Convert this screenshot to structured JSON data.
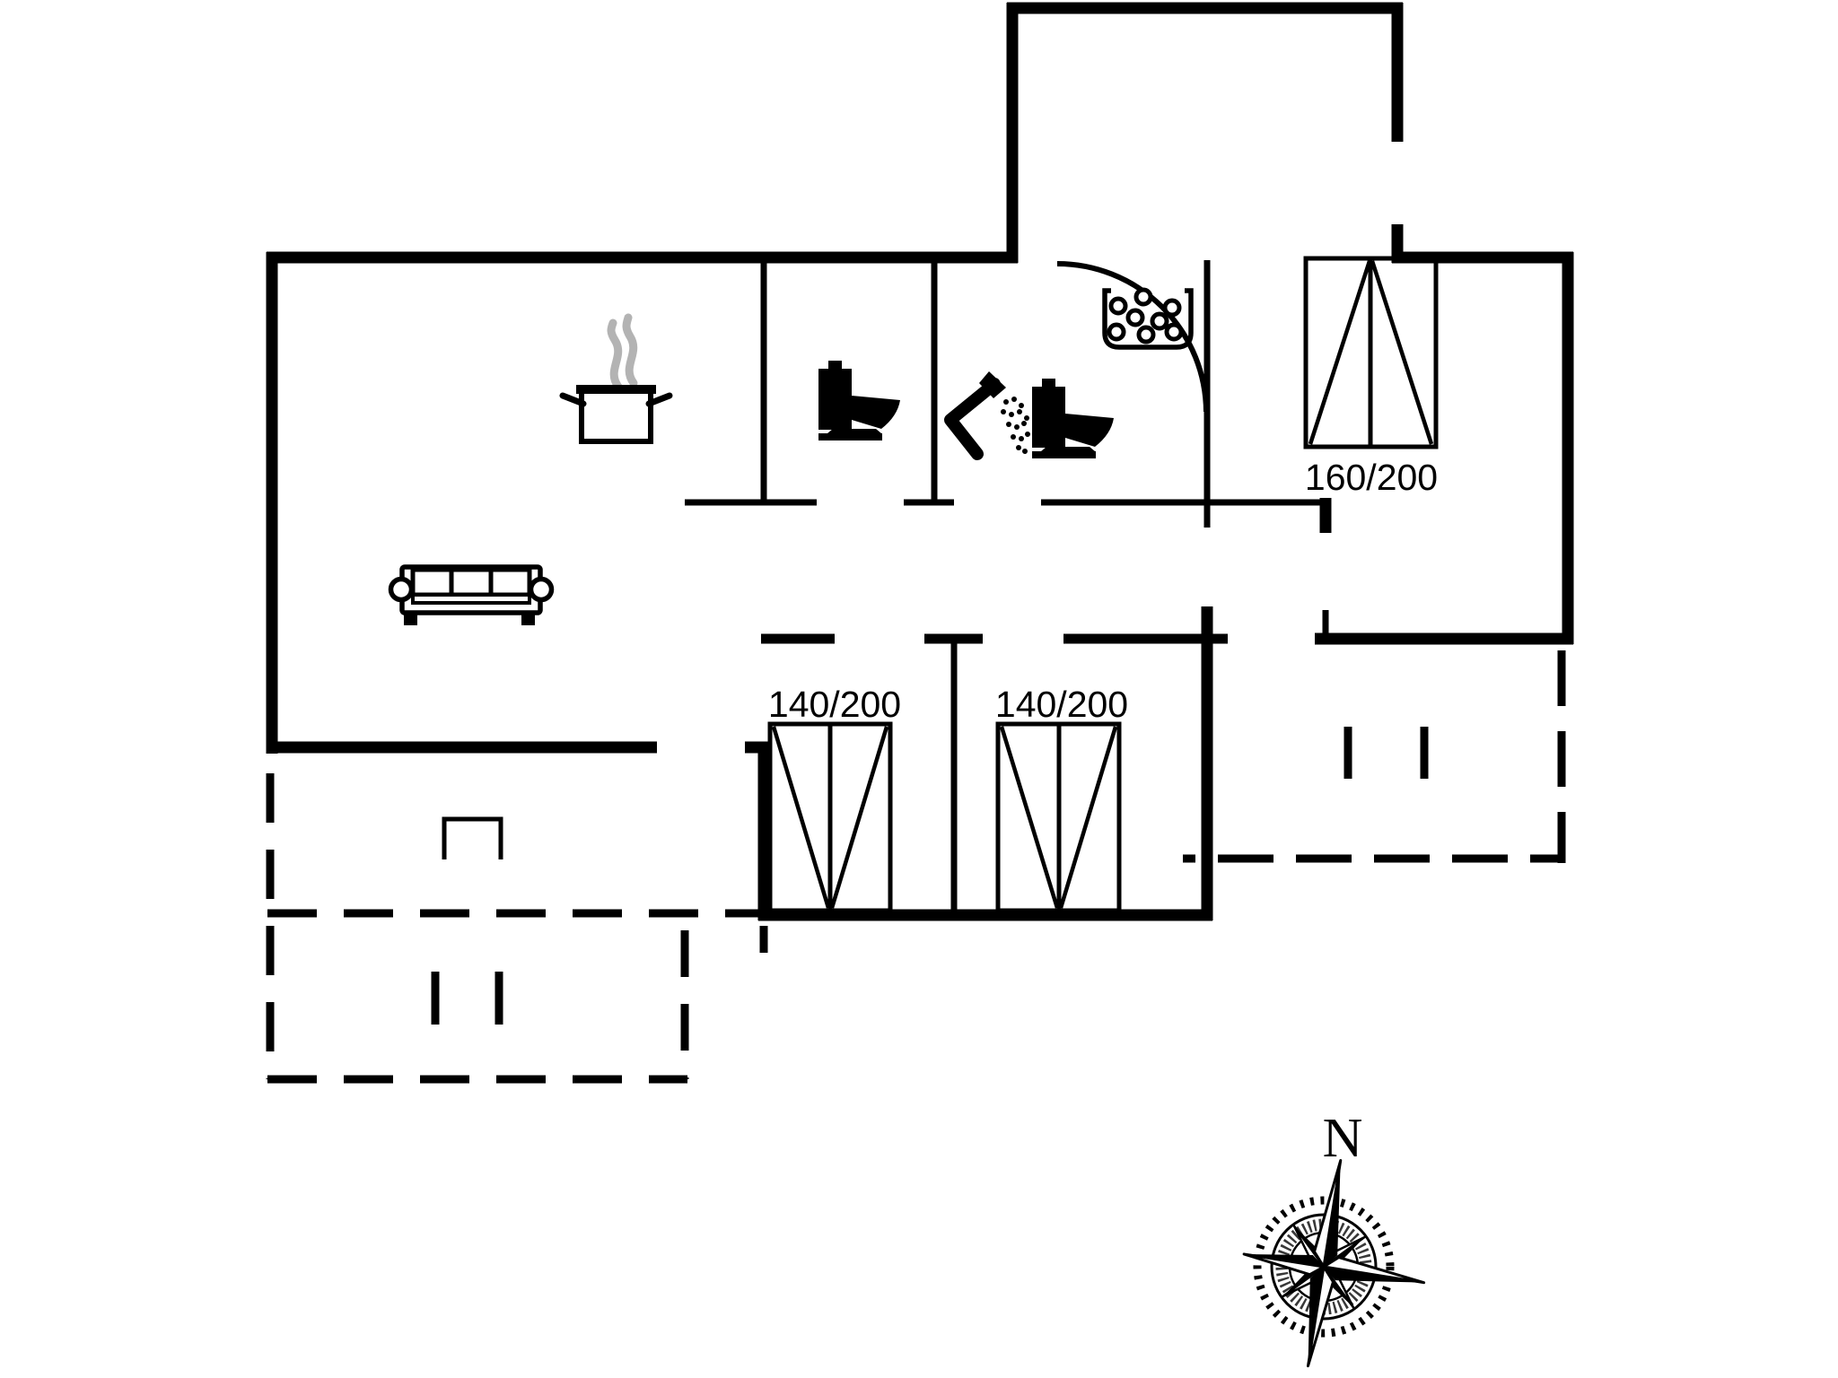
{
  "page": {
    "background": "#ffffff"
  },
  "colors": {
    "line": "#000000",
    "smoke": "#b3b3b3"
  },
  "beds": [
    {
      "name": "double-bed-160",
      "label": "160/200"
    },
    {
      "name": "double-bed-140-left",
      "label": "140/200"
    },
    {
      "name": "double-bed-140-right",
      "label": "140/200"
    }
  ],
  "compass": {
    "north_label": "N"
  },
  "icons": {
    "stove": "steaming-pot-icon",
    "toilet_left": "toilet-icon",
    "toilet_right": "toilet-icon",
    "shower": "shower-spray-icon",
    "basin": "pebble-tray-icon",
    "sofa": "sofa-icon",
    "compass": "compass-rose-icon"
  }
}
